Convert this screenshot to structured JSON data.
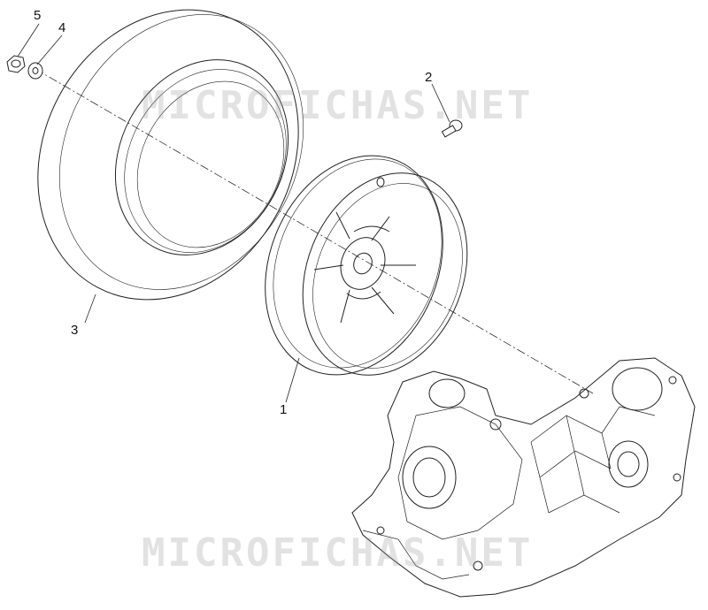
{
  "callouts": [
    {
      "id": "1",
      "text": "1"
    },
    {
      "id": "2",
      "text": "2"
    },
    {
      "id": "3",
      "text": "3"
    },
    {
      "id": "4",
      "text": "4"
    },
    {
      "id": "5",
      "text": "5"
    }
  ],
  "watermark": "MICROFICHAS.NET",
  "colors": {
    "line": "#222222",
    "watermark": "#969696",
    "background": "#ffffff"
  }
}
